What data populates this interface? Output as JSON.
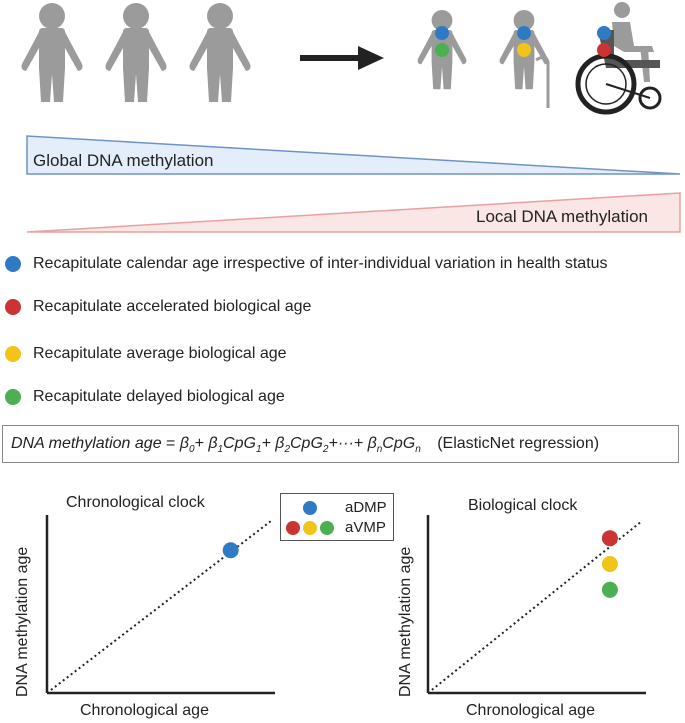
{
  "colors": {
    "blue": "#2e7bc4",
    "red": "#cc3333",
    "yellow": "#f0c419",
    "green": "#4caf50",
    "figure_gray": "#9b9b9b",
    "global_fill": "#e3eefa",
    "global_stroke": "#6e93c6",
    "local_fill": "#fbe6e6",
    "local_stroke": "#e8a0a0"
  },
  "icons": {
    "person": "person-silhouette-icon",
    "arrow": "right-arrow-icon",
    "cane": "walking-cane-icon",
    "wheelchair": "wheelchair-icon"
  },
  "gradients": {
    "global_label": "Global DNA methylation",
    "local_label": "Local DNA methylation"
  },
  "legend_items": [
    {
      "color": "blue",
      "text": "Recapitulate calendar age irrespective of inter-individual variation in  health status"
    },
    {
      "color": "red",
      "text": "Recapitulate accelerated biological age"
    },
    {
      "color": "yellow",
      "text": "Recapitulate average biological age"
    },
    {
      "color": "green",
      "text": "Recapitulate delayed biological age"
    }
  ],
  "formula": {
    "lhs": "DNA methylation age",
    "eq": " = ",
    "b0": "β",
    "b0_sub": "0",
    "b1": "+ β",
    "b1_sub": "1",
    "cpg1": "CpG",
    "cpg1_sub": "1",
    "b2": "+ β",
    "b2_sub": "2",
    "cpg2": "CpG",
    "cpg2_sub": "2",
    "dots": "+···+ β",
    "bn_sub": "n",
    "cpgn": "CpG",
    "cpgn_sub": "n",
    "method": "(ElasticNet regression)"
  },
  "chart_legend": {
    "admp": "aDMP",
    "avmp": "aVMP"
  },
  "chart_data": [
    {
      "type": "scatter",
      "title": "Chronological clock",
      "xlabel": "Chronological age",
      "ylabel": "DNA methylation age",
      "reference_line": "dotted diagonal y = x",
      "points": [
        {
          "series": "aDMP",
          "color": "blue",
          "x": 0.82,
          "y": 0.83
        }
      ]
    },
    {
      "type": "scatter",
      "title": "Biological clock",
      "xlabel": "Chronological age",
      "ylabel": "DNA methylation age",
      "reference_line": "dotted diagonal y = x",
      "points": [
        {
          "series": "aVMP",
          "color": "red",
          "x": 0.85,
          "y": 0.9
        },
        {
          "series": "aVMP",
          "color": "yellow",
          "x": 0.85,
          "y": 0.75
        },
        {
          "series": "aVMP",
          "color": "green",
          "x": 0.85,
          "y": 0.6
        }
      ]
    }
  ]
}
